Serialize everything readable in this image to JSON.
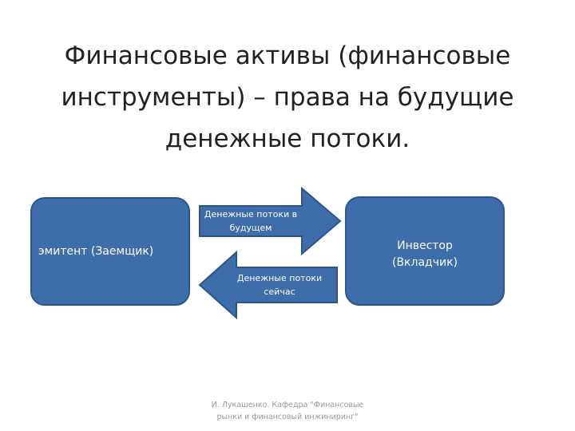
{
  "slide": {
    "title_lines": [
      "Финансовые активы (финансовые",
      "инструменты) – права на будущие",
      "денежные потоки."
    ],
    "left_box": {
      "label": "эмитент (Заемщик)"
    },
    "right_box": {
      "label_lines": [
        "Инвестор",
        "(Вкладчик)"
      ]
    },
    "arrow_to_issuer": {
      "label_lines": [
        "Денежные потоки в",
        "будущем"
      ]
    },
    "arrow_to_investor": {
      "label_lines": [
        "Денежные потоки",
        "сейчас"
      ]
    },
    "footer_lines": [
      "И. Лукашенко. Кафедра \"Финансовые",
      "рынки и финансовый инжиниринг\""
    ]
  },
  "colors": {
    "box_fill": "#3e6dab",
    "box_border": "#2c5589",
    "title_text": "#222222",
    "footer_text": "#9a9a9a"
  }
}
